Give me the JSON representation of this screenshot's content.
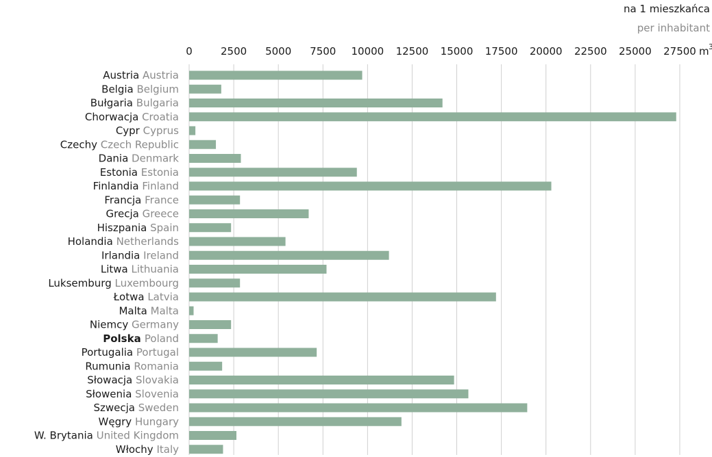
{
  "units": {
    "line1": "na 1 mieszkańca",
    "line2": "per inhabitant",
    "axis_unit": "m",
    "axis_unit_sup": "3"
  },
  "colors": {
    "bar": "#8fb09b",
    "grid": "#cfcfcf",
    "text_primary": "#1a1a1a",
    "text_secondary": "#8a8a8a"
  },
  "chart_data": {
    "type": "bar",
    "orientation": "horizontal",
    "title": "",
    "xlabel": "m3",
    "ylabel": "",
    "xlim": [
      0,
      28000
    ],
    "ticks": [
      "0",
      "2500",
      "5000",
      "7500",
      "10000",
      "12500",
      "15000",
      "17500",
      "20000",
      "22500",
      "25000",
      "27500"
    ],
    "tick_values": [
      0,
      2500,
      5000,
      7500,
      10000,
      12500,
      15000,
      17500,
      20000,
      22500,
      25000,
      27500
    ],
    "grid": true,
    "categories_pl": [
      "Austria",
      "Belgia",
      "Bułgaria",
      "Chorwacja",
      "Cypr",
      "Czechy",
      "Dania",
      "Estonia",
      "Finlandia",
      "Francja",
      "Grecja",
      "Hiszpania",
      "Holandia",
      "Irlandia",
      "Litwa",
      "Luksemburg",
      "Łotwa",
      "Malta",
      "Niemcy",
      "Polska",
      "Portugalia",
      "Rumunia",
      "Słowacja",
      "Słowenia",
      "Szwecja",
      "Węgry",
      "W. Brytania",
      "Włochy"
    ],
    "categories_en": [
      "Austria",
      "Belgium",
      "Bulgaria",
      "Croatia",
      "Cyprus",
      "Czech Republic",
      "Denmark",
      "Estonia",
      "Finland",
      "France",
      "Greece",
      "Spain",
      "Netherlands",
      "Ireland",
      "Lithuania",
      "Luxembourg",
      "Latvia",
      "Malta",
      "Germany",
      "Poland",
      "Portugal",
      "Romania",
      "Slovakia",
      "Slovenia",
      "Sweden",
      "Hungary",
      "United Kingdom",
      "Italy"
    ],
    "highlight": "Polska",
    "values": [
      9700,
      1800,
      14200,
      27300,
      350,
      1500,
      2900,
      9400,
      20300,
      2850,
      6700,
      2350,
      5400,
      11200,
      7700,
      2850,
      17200,
      250,
      2350,
      1600,
      7150,
      1850,
      14850,
      15650,
      18950,
      11900,
      2650,
      1900
    ]
  }
}
